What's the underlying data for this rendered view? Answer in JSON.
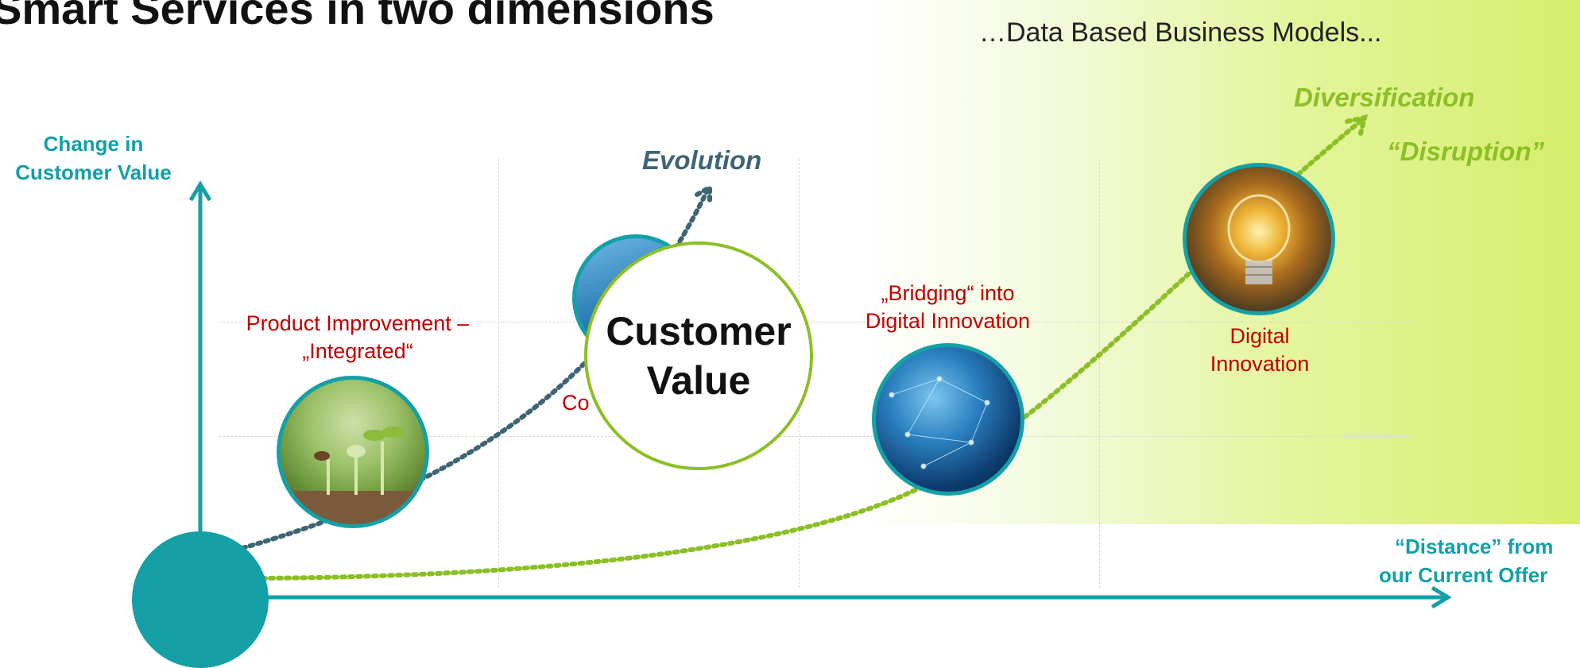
{
  "title": "Smart Services in two dimensions",
  "subtitle": "…Data Based Business Models...",
  "y_axis_label": {
    "line1": "Change in",
    "line2": "Customer Value"
  },
  "x_axis_label": {
    "line1": "“Distance” from",
    "line2": "our Current Offer"
  },
  "phases": {
    "evolution": "Evolution",
    "diversification": "Diversification",
    "disruption": "“Disruption”"
  },
  "stages": {
    "product_improvement": {
      "line1": "Product Improvement –",
      "line2": "„Integrated“"
    },
    "connected": "Co",
    "bridging": {
      "line1": "„Bridging“ into",
      "line2": "Digital Innovation"
    },
    "digital_innovation": {
      "line1": "Digital",
      "line2": "Innovation"
    }
  },
  "center_circle": {
    "line1": "Customer",
    "line2": "Value"
  },
  "colors": {
    "teal": "#14a0a6",
    "lime": "#8cbf26",
    "slate": "#3f6474",
    "stage_red": "#c00000"
  },
  "icons": [
    "seedling-photo-icon",
    "digital-network-photo-icon",
    "lightbulb-circuit-photo-icon",
    "city-data-photo-icon"
  ]
}
